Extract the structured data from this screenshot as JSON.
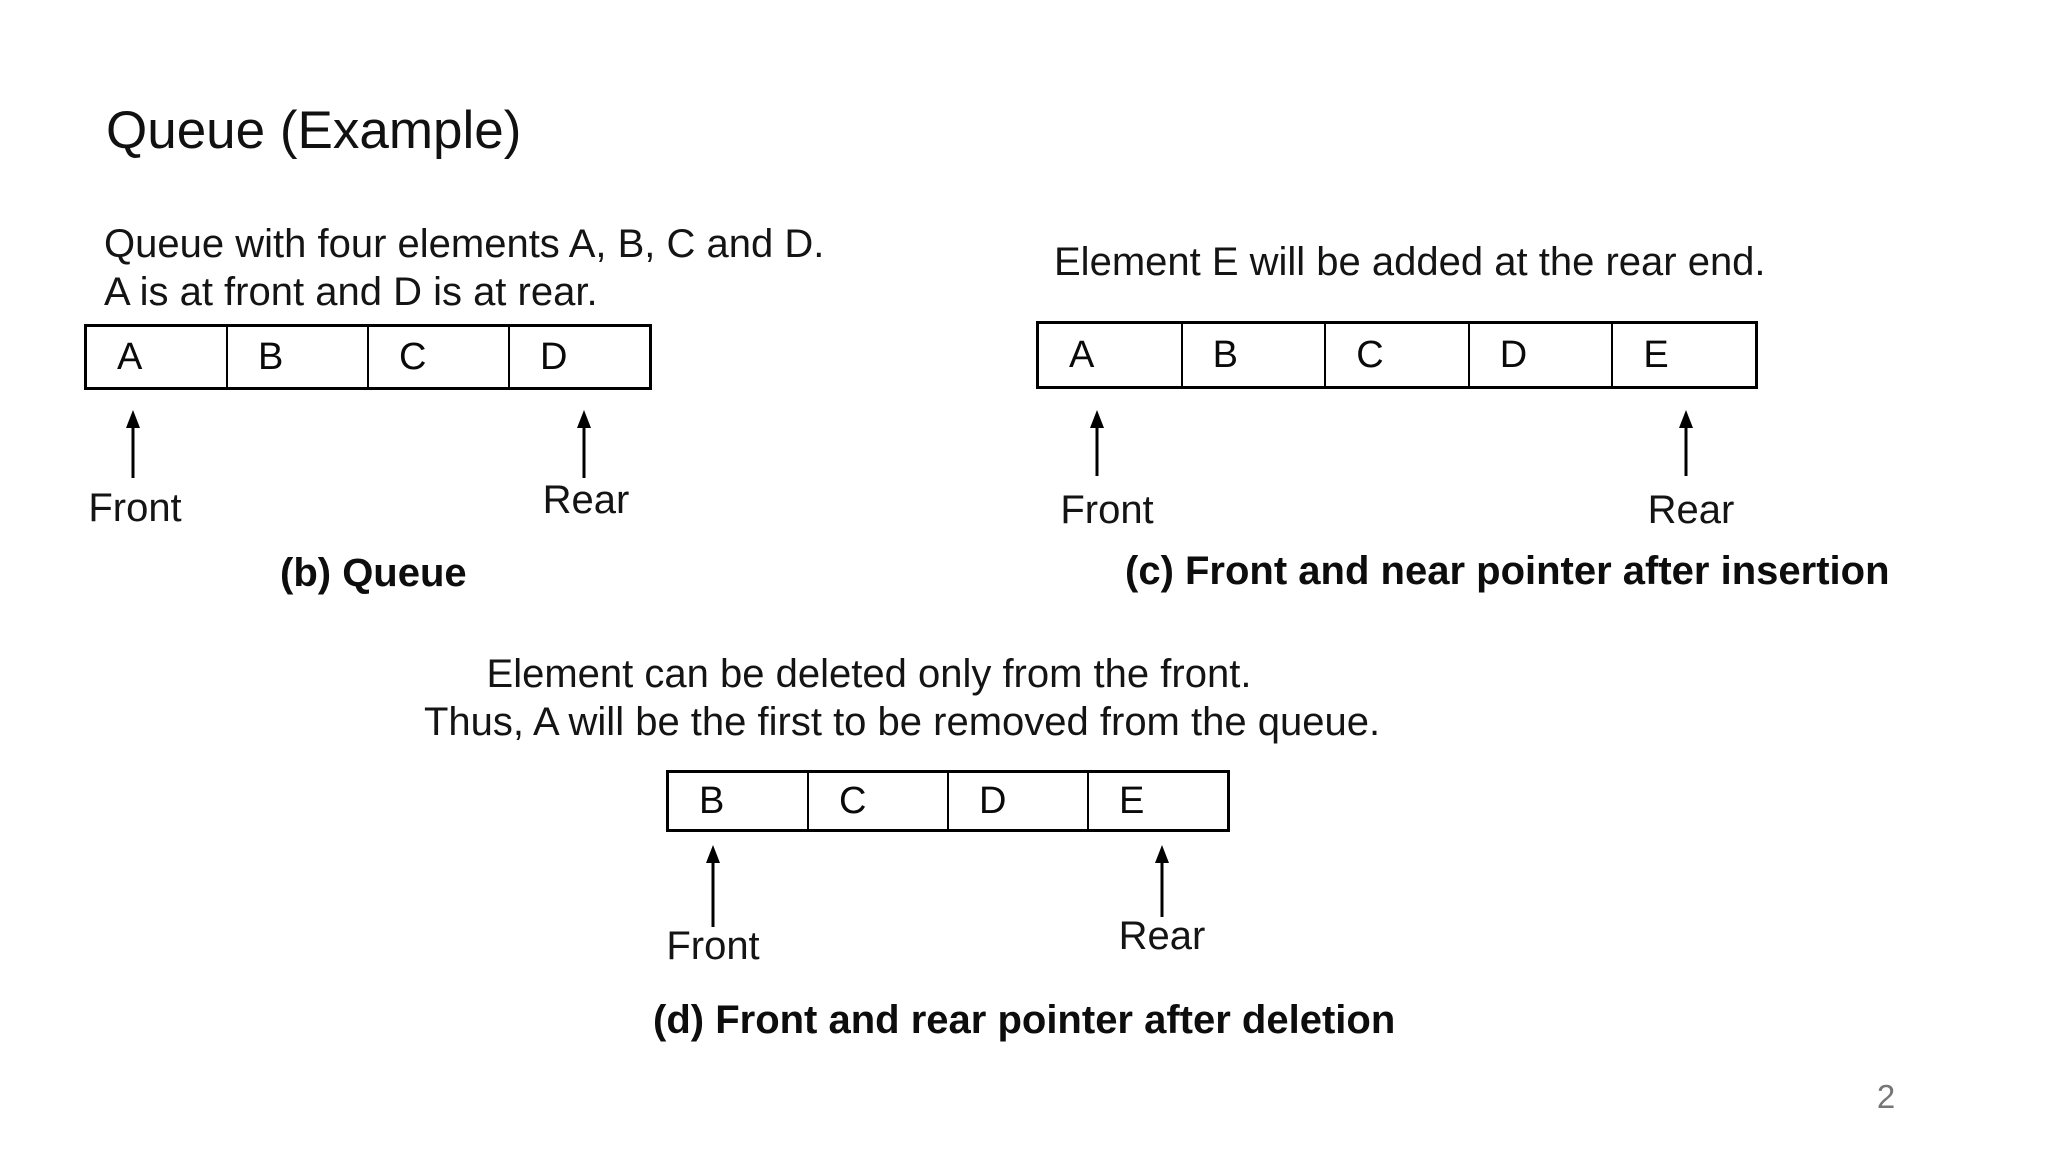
{
  "slide": {
    "title": "Queue (Example)",
    "page_number": "2"
  },
  "figure_b": {
    "desc_line1": "Queue with four elements A, B, C and D.",
    "desc_line2": "A is at front and D is at rear.",
    "cells": [
      "A",
      "B",
      "C",
      "D"
    ],
    "front_label": "Front",
    "rear_label": "Rear",
    "caption": "(b) Queue"
  },
  "figure_c": {
    "desc_line1": "Element E will be added at the rear end.",
    "cells": [
      "A",
      "B",
      "C",
      "D",
      "E"
    ],
    "front_label": "Front",
    "rear_label": "Rear",
    "caption": "(c) Front and near pointer after insertion"
  },
  "figure_d": {
    "desc_line1": "Element can be deleted only from the front.",
    "desc_line2": "Thus, A will be the first to be removed from the queue.",
    "cells": [
      "B",
      "C",
      "D",
      "E"
    ],
    "front_label": "Front",
    "rear_label": "Rear",
    "caption": "(d) Front and rear pointer after deletion"
  },
  "colors": {
    "text": "#141414",
    "line": "#000000",
    "page_number": "#767676"
  }
}
